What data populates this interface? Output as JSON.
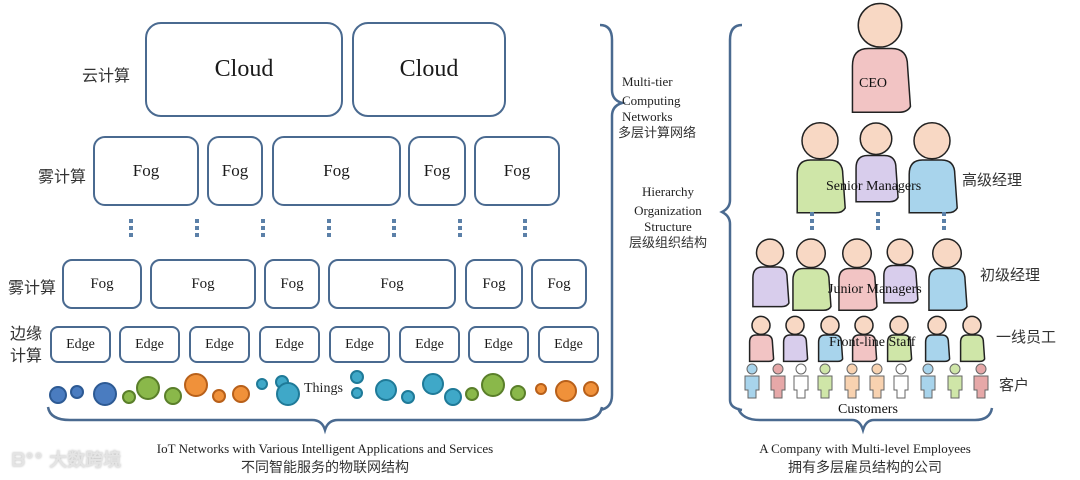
{
  "left_panel": {
    "tier_labels": {
      "cloud": "云计算",
      "fog_top": "雾计算",
      "fog_bottom": "雾计算",
      "edge": "边缘\n计算"
    },
    "cloud_nodes": [
      "Cloud",
      "Cloud"
    ],
    "fog_top_nodes": [
      "Fog",
      "Fog",
      "Fog",
      "Fog",
      "Fog"
    ],
    "fog_bottom_nodes": [
      "Fog",
      "Fog",
      "Fog",
      "Fog",
      "Fog",
      "Fog"
    ],
    "edge_nodes": [
      "Edge",
      "Edge",
      "Edge",
      "Edge",
      "Edge",
      "Edge",
      "Edge",
      "Edge"
    ],
    "things_label": "Things",
    "things_colors": {
      "blue": "#4a7cc0",
      "green": "#8ab84a",
      "orange": "#f0913a",
      "teal": "#3fa8c8"
    },
    "caption_en": "IoT Networks with Various Intelligent Applications and Services",
    "caption_cn": "不同智能服务的物联网结构"
  },
  "middle": {
    "multi_tier_en": [
      "Multi-tier",
      "Computing",
      "Networks"
    ],
    "multi_tier_cn": "多层计算网络",
    "hierarchy_en": [
      "Hierarchy",
      "Organization",
      "Structure"
    ],
    "hierarchy_cn": "层级组织结构"
  },
  "right_panel": {
    "ceo_label": "CEO",
    "senior_label": "Senior Managers",
    "senior_cn": "高级经理",
    "junior_label": "Junior Managers",
    "junior_cn": "初级经理",
    "staff_label": "Front-line Staff",
    "staff_cn": "一线员工",
    "customers_label": "Customers",
    "customers_cn": "客户",
    "caption_en": "A Company with Multi-level Employees",
    "caption_cn": "拥有多层雇员结构的公司",
    "person_colors": {
      "pink": "#f2c4c4",
      "green": "#cfe6a8",
      "lavender": "#d8cdec",
      "blue": "#a8d4ec",
      "peach": "#f8d2b0",
      "white": "#ffffff",
      "rose": "#e6a8a8"
    }
  },
  "watermark": "大数跨境",
  "accent_color": "#4a6a90"
}
